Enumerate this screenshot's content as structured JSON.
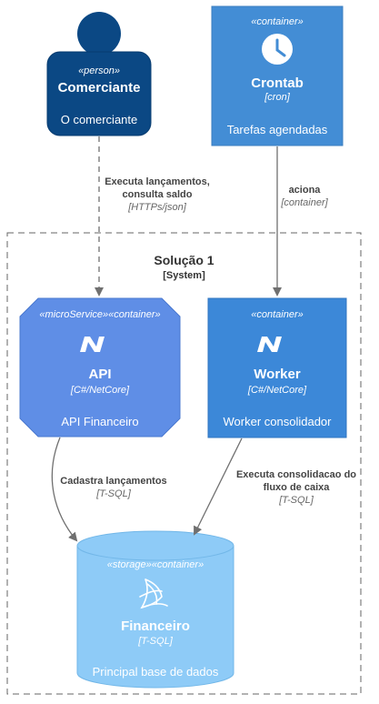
{
  "person": {
    "stereotype": "«person»",
    "name": "Comerciante",
    "description": "O comerciante",
    "color": "#0b4884"
  },
  "crontab": {
    "stereotype": "«container»",
    "name": "Crontab",
    "technology": "[cron]",
    "description": "Tarefas agendadas",
    "icon": "clock-icon",
    "color": "#438dd5"
  },
  "system": {
    "name": "Solução 1",
    "type": "[System]"
  },
  "api": {
    "stereotype": "«microService»«container»",
    "name": "API",
    "technology": "[C#/NetCore]",
    "description": "API Financeiro",
    "icon": "dotnet-icon",
    "color": "#5f8ee6"
  },
  "worker": {
    "stereotype": "«container»",
    "name": "Worker",
    "technology": "[C#/NetCore]",
    "description": "Worker consolidador",
    "icon": "dotnet-icon",
    "color": "#3c88d8"
  },
  "database": {
    "stereotype": "«storage»«container»",
    "name": "Financeiro",
    "technology": "[T-SQL]",
    "description": "Principal base de dados",
    "icon": "sql-server-icon",
    "color": "#8ecbf7"
  },
  "edges": {
    "person_api": {
      "line1": "Executa lançamentos,",
      "line2": "consulta saldo",
      "tech": "[HTTPs/json]"
    },
    "cron_worker": {
      "line1": "aciona",
      "tech": "[container]"
    },
    "api_db": {
      "line1": "Cadastra lançamentos",
      "tech": "[T-SQL]"
    },
    "worker_db": {
      "line1": "Executa consolidacao do",
      "line2": "fluxo de caixa",
      "tech": "[T-SQL]"
    }
  }
}
